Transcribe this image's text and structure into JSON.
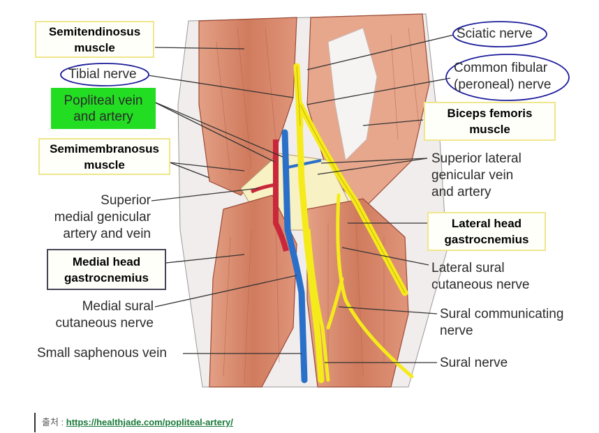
{
  "labels": {
    "semitendinosus": [
      "Semitendinosus",
      "muscle"
    ],
    "tibial_nerve": "Tibial nerve",
    "popliteal": [
      "Popliteal vein",
      "and artery"
    ],
    "semimembranosus": [
      "Semimembranosus",
      "muscle"
    ],
    "sup_medial_genicular": [
      "Superior",
      "medial genicular",
      "artery and vein"
    ],
    "medial_head": [
      "Medial head",
      "gastrocnemius"
    ],
    "medial_sural": [
      "Medial sural",
      "cutaneous nerve"
    ],
    "small_saphenous": "Small saphenous vein",
    "sciatic": "Sciatic nerve",
    "common_fibular": [
      "Common fibular",
      "(peroneal) nerve"
    ],
    "biceps": [
      "Biceps femoris",
      "muscle"
    ],
    "sup_lateral_genicular": [
      "Superior lateral",
      "genicular vein",
      "and artery"
    ],
    "lateral_head": [
      "Lateral  head",
      "gastrocnemius"
    ],
    "lateral_sural": [
      "Lateral sural",
      "cutaneous nerve"
    ],
    "sural_communicating": [
      "Sural communicating",
      "nerve"
    ],
    "sural_nerve": "Sural nerve"
  },
  "colors": {
    "muscle": "#d9886a",
    "nerve": "#f5ea1c",
    "vein": "#2a70c8",
    "artery": "#c8283a",
    "highlight_box": "#22dd22",
    "box_border": "#f0e68c",
    "oval": "#1a1a9a"
  },
  "source": {
    "prefix": "출처 : ",
    "url_text": "https://healthjade.com/popliteal-artery/"
  }
}
